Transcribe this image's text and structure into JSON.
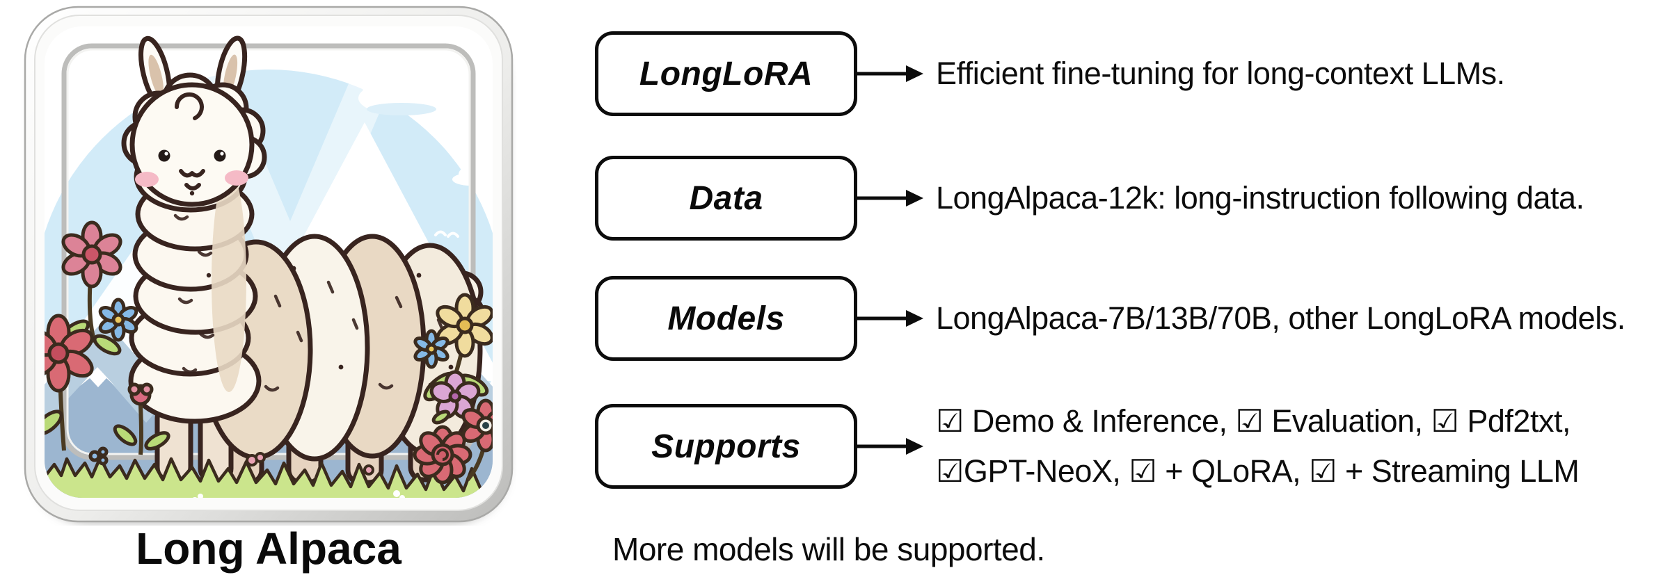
{
  "icon": {
    "caption": "Long Alpaca",
    "scene": "cartoon long-bodied alpaca in front of snowy mountains, flowers and grass, inside rounded app-icon frame"
  },
  "rows": [
    {
      "label": "LongLoRA",
      "lines": [
        "Efficient fine-tuning for long-context LLMs."
      ]
    },
    {
      "label": "Data",
      "lines": [
        "LongAlpaca-12k: long-instruction following data."
      ]
    },
    {
      "label": "Models",
      "lines": [
        "LongAlpaca-7B/13B/70B, other LongLoRA models."
      ]
    },
    {
      "label": "Supports",
      "lines": [
        "☑ Demo & Inference, ☑ Evaluation, ☑ Pdf2txt,",
        "☑GPT-NeoX, ☑ + QLoRA, ☑ + Streaming LLM"
      ]
    }
  ],
  "footer": {
    "note": "More models will be supported."
  },
  "colors": {
    "outline": "#38241f",
    "sky_circle": "#d2ebf8",
    "mountain_front": "#9cb6d0",
    "mountain_mid": "#b9cfe0",
    "grass": "#cfe795",
    "fleece": "#fbf7ef",
    "fleece_shade": "#e9d9c4",
    "cheek_pink": "#f5bac6",
    "box_border": "#0c0c0c",
    "text": "#0c0c0c"
  }
}
